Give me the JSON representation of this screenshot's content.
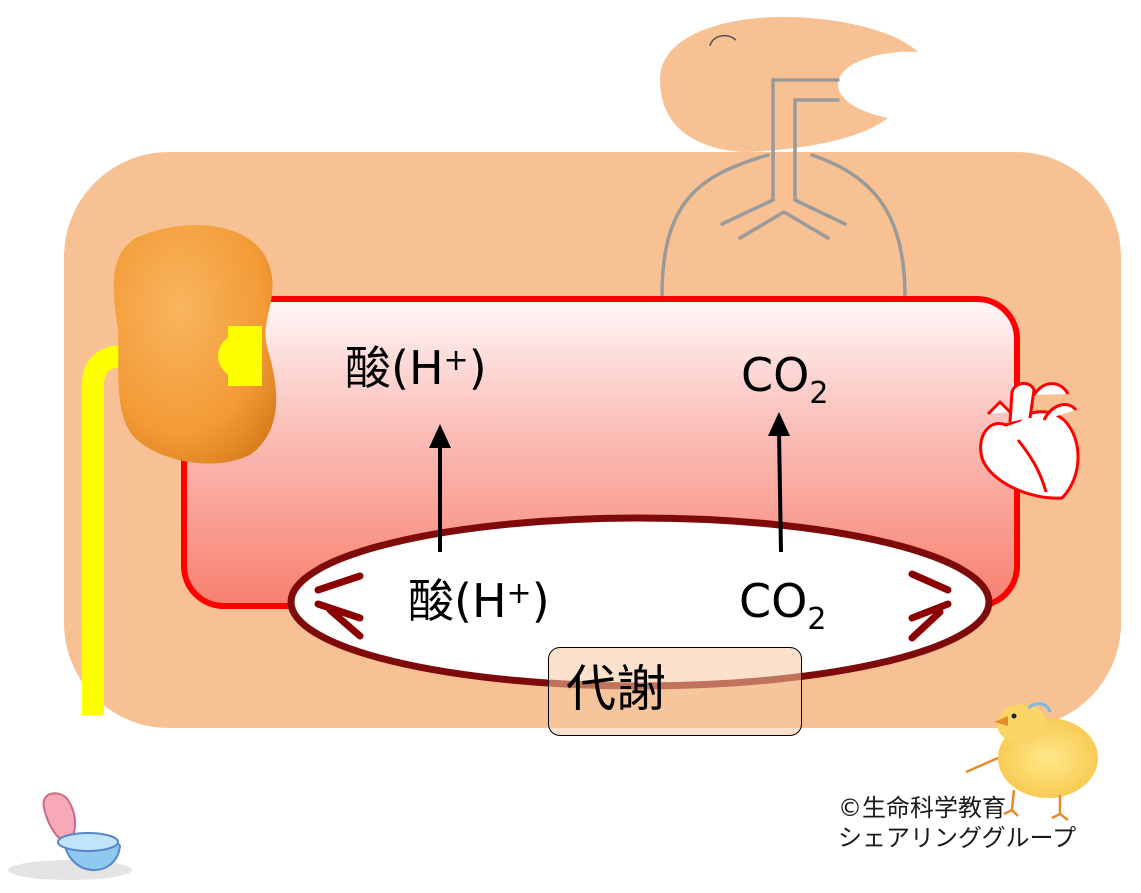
{
  "top_row": {
    "acid_label": "酸(H",
    "acid_charge": "+",
    "acid_close": ")",
    "co2_label": "CO",
    "co2_subscript": "2"
  },
  "bottom_row": {
    "acid_label": "酸(H",
    "acid_charge": "+",
    "acid_close": ")",
    "co2_label": "CO",
    "co2_subscript": "2"
  },
  "metabolism_label": "代謝",
  "credit": {
    "line1": "©生命科学教育",
    "line2": "シェアリンググループ"
  },
  "colors": {
    "body_background": "#f7c194",
    "blood_border": "#ff0000",
    "blood_fill_top": "#fff6f6",
    "blood_fill_bottom": "#f8806f",
    "cell_border": "#7f0a0a",
    "kidney": "#f59d3b",
    "urine": "#ffff00",
    "lung_outline": "#999999",
    "heart": "#ff0000",
    "arrow": "#000000"
  },
  "icons": {
    "kidney": "kidney-icon",
    "lungs": "lungs-icon",
    "head": "head-icon",
    "heart": "heart-icon",
    "toilet": "toilet-icon",
    "chick": "chick-icon"
  }
}
